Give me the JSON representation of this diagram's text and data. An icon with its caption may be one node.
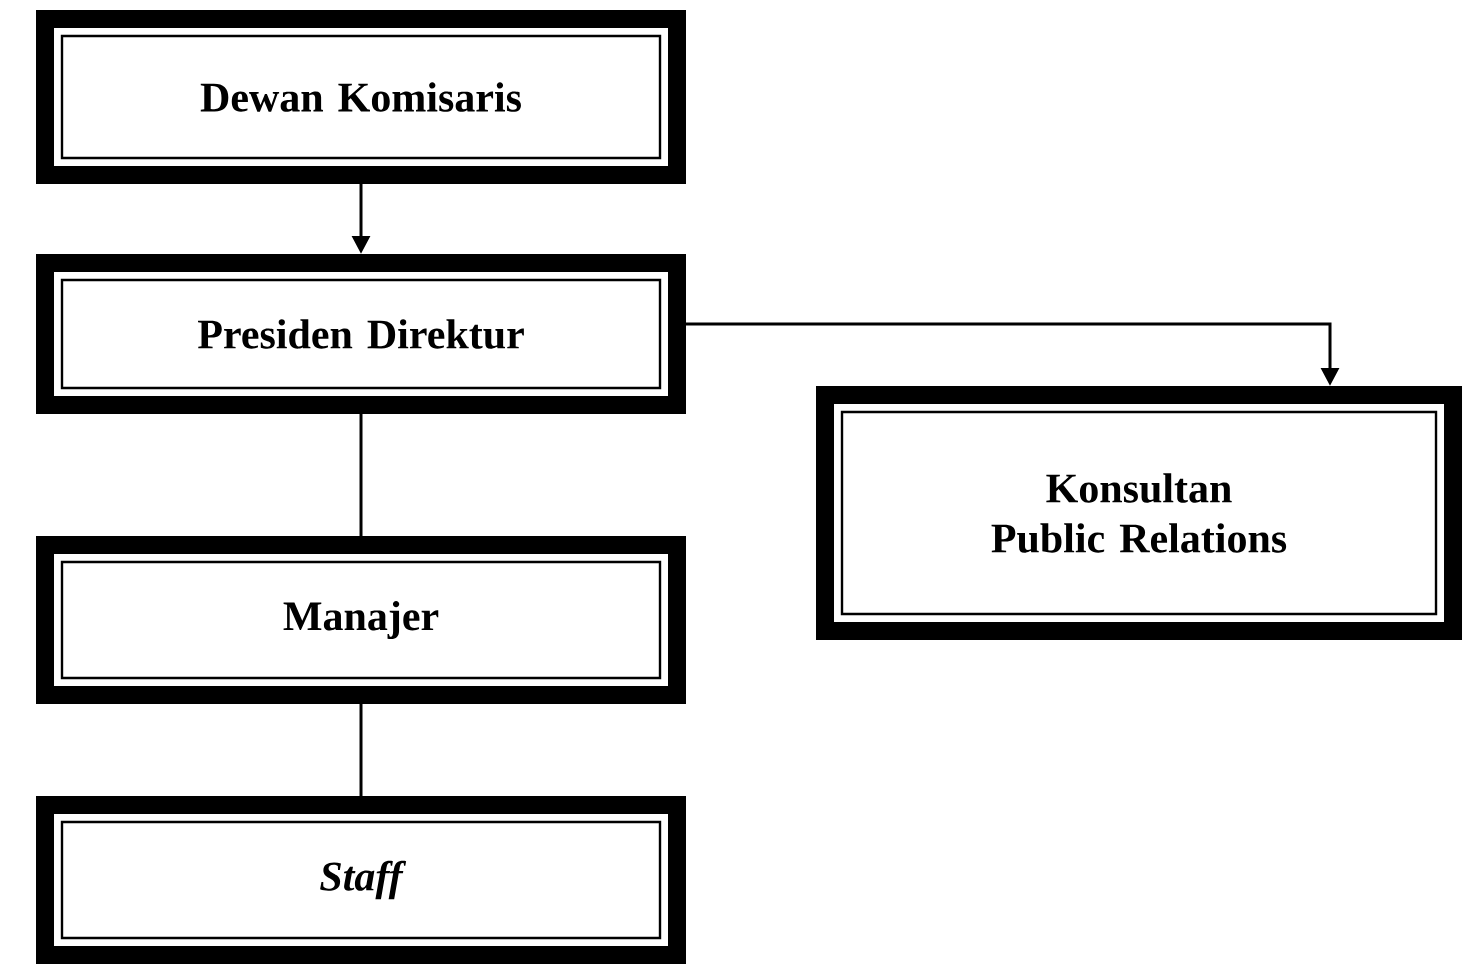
{
  "diagram": {
    "nodes": [
      {
        "text": [
          "Dewan Komisaris"
        ]
      },
      {
        "text": [
          "Presiden Direktur"
        ]
      },
      {
        "text": [
          "Konsultan Public Relations"
        ]
      },
      {
        "text": [
          "Manajer"
        ]
      },
      {
        "text": [
          "Staff"
        ]
      }
    ],
    "edges": [
      {
        "from": 0,
        "to": 1,
        "arrow": "to"
      },
      {
        "from": 1,
        "to": 2,
        "arrow": "to"
      },
      {
        "from": 1,
        "to": 3,
        "arrow": "none"
      },
      {
        "from": 3,
        "to": 4,
        "arrow": "none"
      }
    ]
  }
}
